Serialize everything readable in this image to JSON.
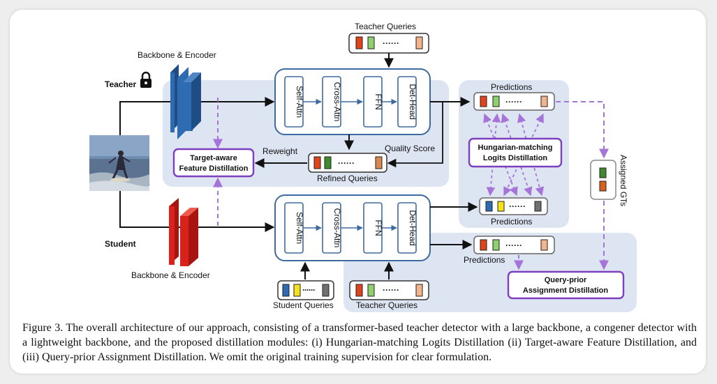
{
  "labels": {
    "teacher": "Teacher",
    "student": "Student",
    "backbone_top": "Backbone & Encoder",
    "backbone_bottom": "Backbone & Encoder",
    "teacher_queries_top": "Teacher Queries",
    "teacher_queries_bottom": "Teacher Queries",
    "student_queries": "Student Queries",
    "refined_queries": "Refined Queries",
    "reweight": "Reweight",
    "quality_score": "Quality Score",
    "predictions_top": "Predictions",
    "predictions_mid": "Predictions",
    "predictions_bottom": "Predictions",
    "assigned_gts": "Assigned GTs",
    "ellipsis": "······"
  },
  "decoder_blocks": [
    "Self-Attn",
    "Cross-Attn",
    "FFN",
    "Det-Head"
  ],
  "modules": {
    "tfd_line1": "Target-aware",
    "tfd_line2": "Feature Distillation",
    "hld_line1": "Hungarian-matching",
    "hld_line2": "Logits Distillation",
    "qad_line1": "Query-prior",
    "qad_line2": "Assignment Distillation"
  },
  "caption": "Figure 3. The overall architecture of our approach, consisting of a transformer-based teacher detector with a large backbone, a congener detector with a lightweight backbone, and the proposed distillation modules: (i) Hungarian-matching Logits Distillation (ii) Target-aware Feature Distillation, and (iii) Query-prior Assignment Distillation. We omit the original training supervision for clear formulation.",
  "colors": {
    "panel": "#dde4f2",
    "decoder_border": "#3d6aa0",
    "module_border": "#7e3fbf",
    "teacher_block": "#2f6bb1",
    "student_block": "#d9221c",
    "dashed": "#a673d8",
    "token_red": "#e0441c",
    "token_green": "#8fcf6e",
    "token_peach": "#f3b48c",
    "token_blue": "#2f6bb1",
    "token_yellow": "#f5e21a",
    "token_gray": "#707070",
    "token_darkgreen": "#3e8a2c"
  },
  "icons": {
    "lock": "lock-icon",
    "photo": "surfer-photo"
  }
}
